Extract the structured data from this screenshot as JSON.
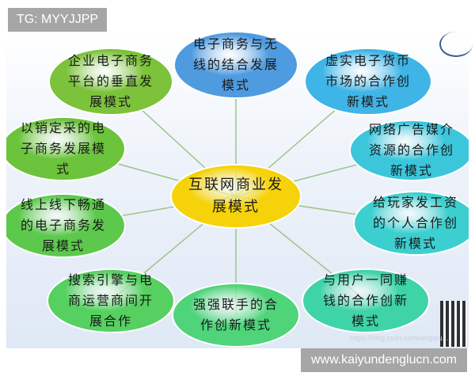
{
  "tag_label": "TG: MYYJJPP",
  "site_label": "www.kaiyundenglucn.com",
  "watermark": "https://blog.csdn.net/wangqiu...",
  "center": {
    "lines": [
      "互联网商业发",
      "展模式"
    ],
    "color": "#f5d20a"
  },
  "nodes": [
    {
      "lines": [
        "电子商务与无",
        "线的结合发展",
        "模式"
      ],
      "color": "#4f9be0"
    },
    {
      "lines": [
        "虚实电子货币",
        "市场的合作创",
        "新模式"
      ],
      "color": "#3fb4e6"
    },
    {
      "lines": [
        "网络广告媒介",
        "资源的合作创",
        "新模式"
      ],
      "color": "#3cc6dc"
    },
    {
      "lines": [
        "给玩家发工资",
        "的个人合作创",
        "新模式"
      ],
      "color": "#3ccfd0"
    },
    {
      "lines": [
        "与用户一同赚",
        "钱的合作创新",
        "模式"
      ],
      "color": "#3fd3a8"
    },
    {
      "lines": [
        "强强联手的合",
        "作创新模式"
      ],
      "color": "#4fd47a"
    },
    {
      "lines": [
        "搜索引擎与电",
        "商运营商间开",
        "展合作"
      ],
      "color": "#56d060"
    },
    {
      "lines": [
        "线上线下畅通",
        "的电子商务发",
        "展模式"
      ],
      "color": "#5cc94c"
    },
    {
      "lines": [
        "以销定采的电",
        "子商务发展模",
        "式"
      ],
      "color": "#6cc43c"
    },
    {
      "lines": [
        "企业电子商务",
        "平台的垂直发",
        "展模式"
      ],
      "color": "#7cc23a"
    }
  ]
}
